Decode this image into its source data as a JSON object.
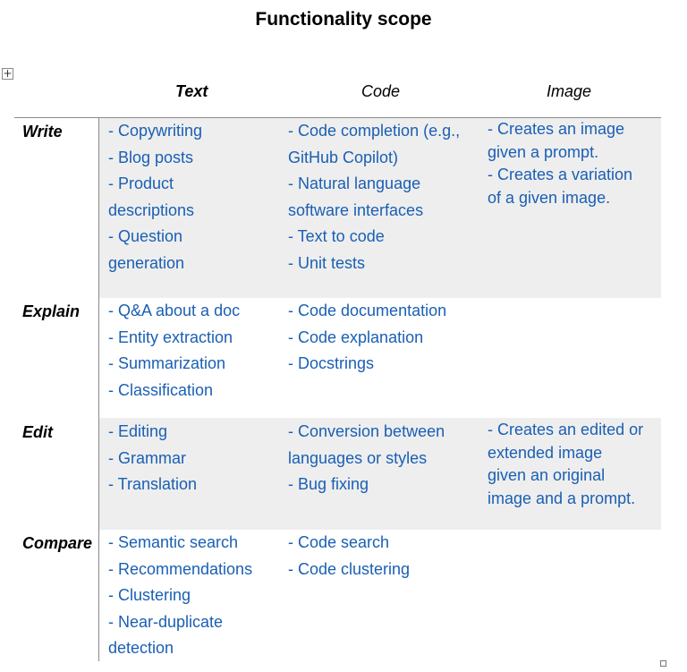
{
  "title": "Functionality scope",
  "columns": [
    "Text",
    "Code",
    "Image"
  ],
  "colors": {
    "item_text": "#1a5fb4",
    "row_shade": "#eeeeee",
    "border": "#8a8a8a"
  },
  "rows": [
    {
      "label": "Write",
      "text": [
        "- Copywriting",
        "- Blog posts",
        "- Product",
        "descriptions",
        "- Question",
        "generation"
      ],
      "code": [
        "- Code completion (e.g.,",
        "GitHub Copilot)",
        "- Natural language",
        "software interfaces",
        "- Text to code",
        "- Unit tests"
      ],
      "image": [
        "- Creates an image",
        "given a prompt.",
        "- Creates a variation",
        "of a given image."
      ]
    },
    {
      "label": "Explain",
      "text": [
        "- Q&A about a doc",
        "- Entity extraction",
        "- Summarization",
        "- Classification"
      ],
      "code": [
        "- Code documentation",
        "- Code explanation",
        "- Docstrings"
      ],
      "image": []
    },
    {
      "label": "Edit",
      "text": [
        "- Editing",
        "- Grammar",
        "- Translation"
      ],
      "code": [
        "- Conversion between",
        "languages or styles",
        "- Bug fixing"
      ],
      "image": [
        "- Creates an edited or",
        "extended image",
        "given an original",
        "image and a prompt."
      ]
    },
    {
      "label": "Compare",
      "text": [
        "- Semantic search",
        "- Recommendations",
        "- Clustering",
        "- Near-duplicate",
        "detection"
      ],
      "code": [
        "- Code search",
        "- Code clustering"
      ],
      "image": []
    }
  ]
}
